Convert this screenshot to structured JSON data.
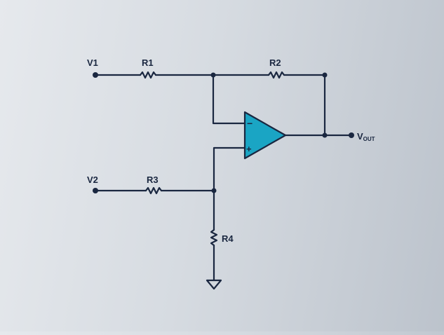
{
  "labels": {
    "v1": "V1",
    "r1": "R1",
    "r2": "R2",
    "v2": "V2",
    "r3": "R3",
    "r4": "R4",
    "vout_main": "V",
    "vout_sub": "OUT",
    "minus": "−",
    "plus": "+"
  },
  "colors": {
    "wire": "#1a2740",
    "opamp_fill": "#1aa5c4",
    "opamp_stroke": "#1a2740"
  }
}
